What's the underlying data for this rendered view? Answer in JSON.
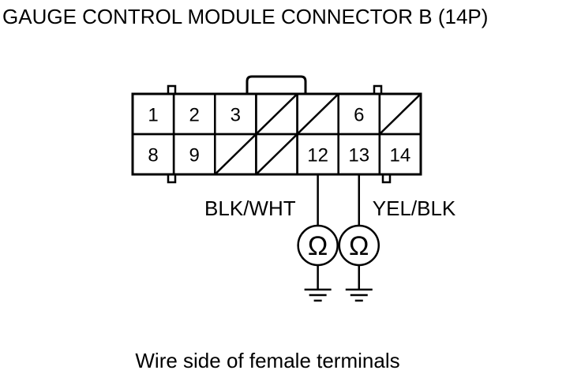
{
  "title": "GAUGE CONTROL MODULE CONNECTOR B (14P)",
  "caption": "Wire side of female terminals",
  "connector": {
    "rows": [
      [
        {
          "label": "1"
        },
        {
          "label": "2"
        },
        {
          "label": "3"
        },
        {
          "label": "",
          "empty": true
        },
        {
          "label": "",
          "empty": true
        },
        {
          "label": "6"
        },
        {
          "label": "",
          "empty": true
        }
      ],
      [
        {
          "label": "8"
        },
        {
          "label": "9"
        },
        {
          "label": "",
          "empty": true
        },
        {
          "label": "",
          "empty": true
        },
        {
          "label": "12"
        },
        {
          "label": "13"
        },
        {
          "label": "14"
        }
      ]
    ]
  },
  "wires": [
    {
      "terminal": "12",
      "color_label": "BLK/WHT"
    },
    {
      "terminal": "13",
      "color_label": "YEL/BLK"
    }
  ],
  "meter_symbol": "Ω"
}
